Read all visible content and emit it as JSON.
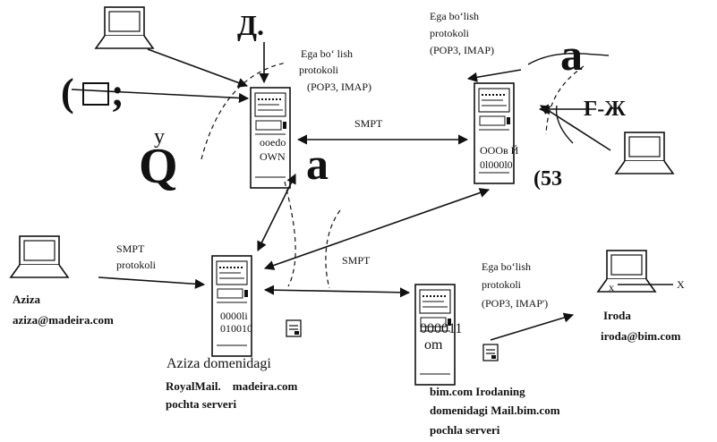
{
  "top_server": {
    "label1": "Ega bo‘ lish",
    "label2": "protokoli",
    "label3": "(POP3, IMAP)",
    "screen1": "ooedo",
    "screen2": "OWN"
  },
  "right_server": {
    "label1": "Ega  bo‘lish",
    "label2": "protokoli",
    "label3": "(POP3, IMAP)",
    "screen1": "OOOв Й",
    "screen2": "0l000l0",
    "side": "(53"
  },
  "links": {
    "smpt_top": "SMPT",
    "smpt_middle": "SMPT",
    "smpt_left_1": "SMPT",
    "smpt_left_2": "protokoli"
  },
  "scan_artifacts": {
    "d": "Д.",
    "paren": "(",
    "semicolon": ";",
    "y": "у",
    "q": "Q",
    "a1": "a",
    "a2": "a",
    "gzh": "Г-Ж"
  },
  "aziza": {
    "name": "Aziza",
    "email": "aziza@madeira.com"
  },
  "aziza_server": {
    "screen1": "0000li",
    "screen2": "010010",
    "title": "Aziza domenidagi",
    "line2": "RoyalMail.    madeira.com",
    "line3": "pochta serveri"
  },
  "bim_server": {
    "label1": "Ega bo‘lish",
    "label2": "protokoli",
    "label3": "(POP3, IMAP')",
    "screen1": "000011",
    "screen2": "om",
    "line1": "bim.com Irodaning",
    "line2": "domenidagi Mail.bim.com",
    "line3": "pochla serveri"
  },
  "iroda": {
    "x_left": "x",
    "x_right": "X",
    "name": "Iroda",
    "email": "iroda@bim.com"
  }
}
